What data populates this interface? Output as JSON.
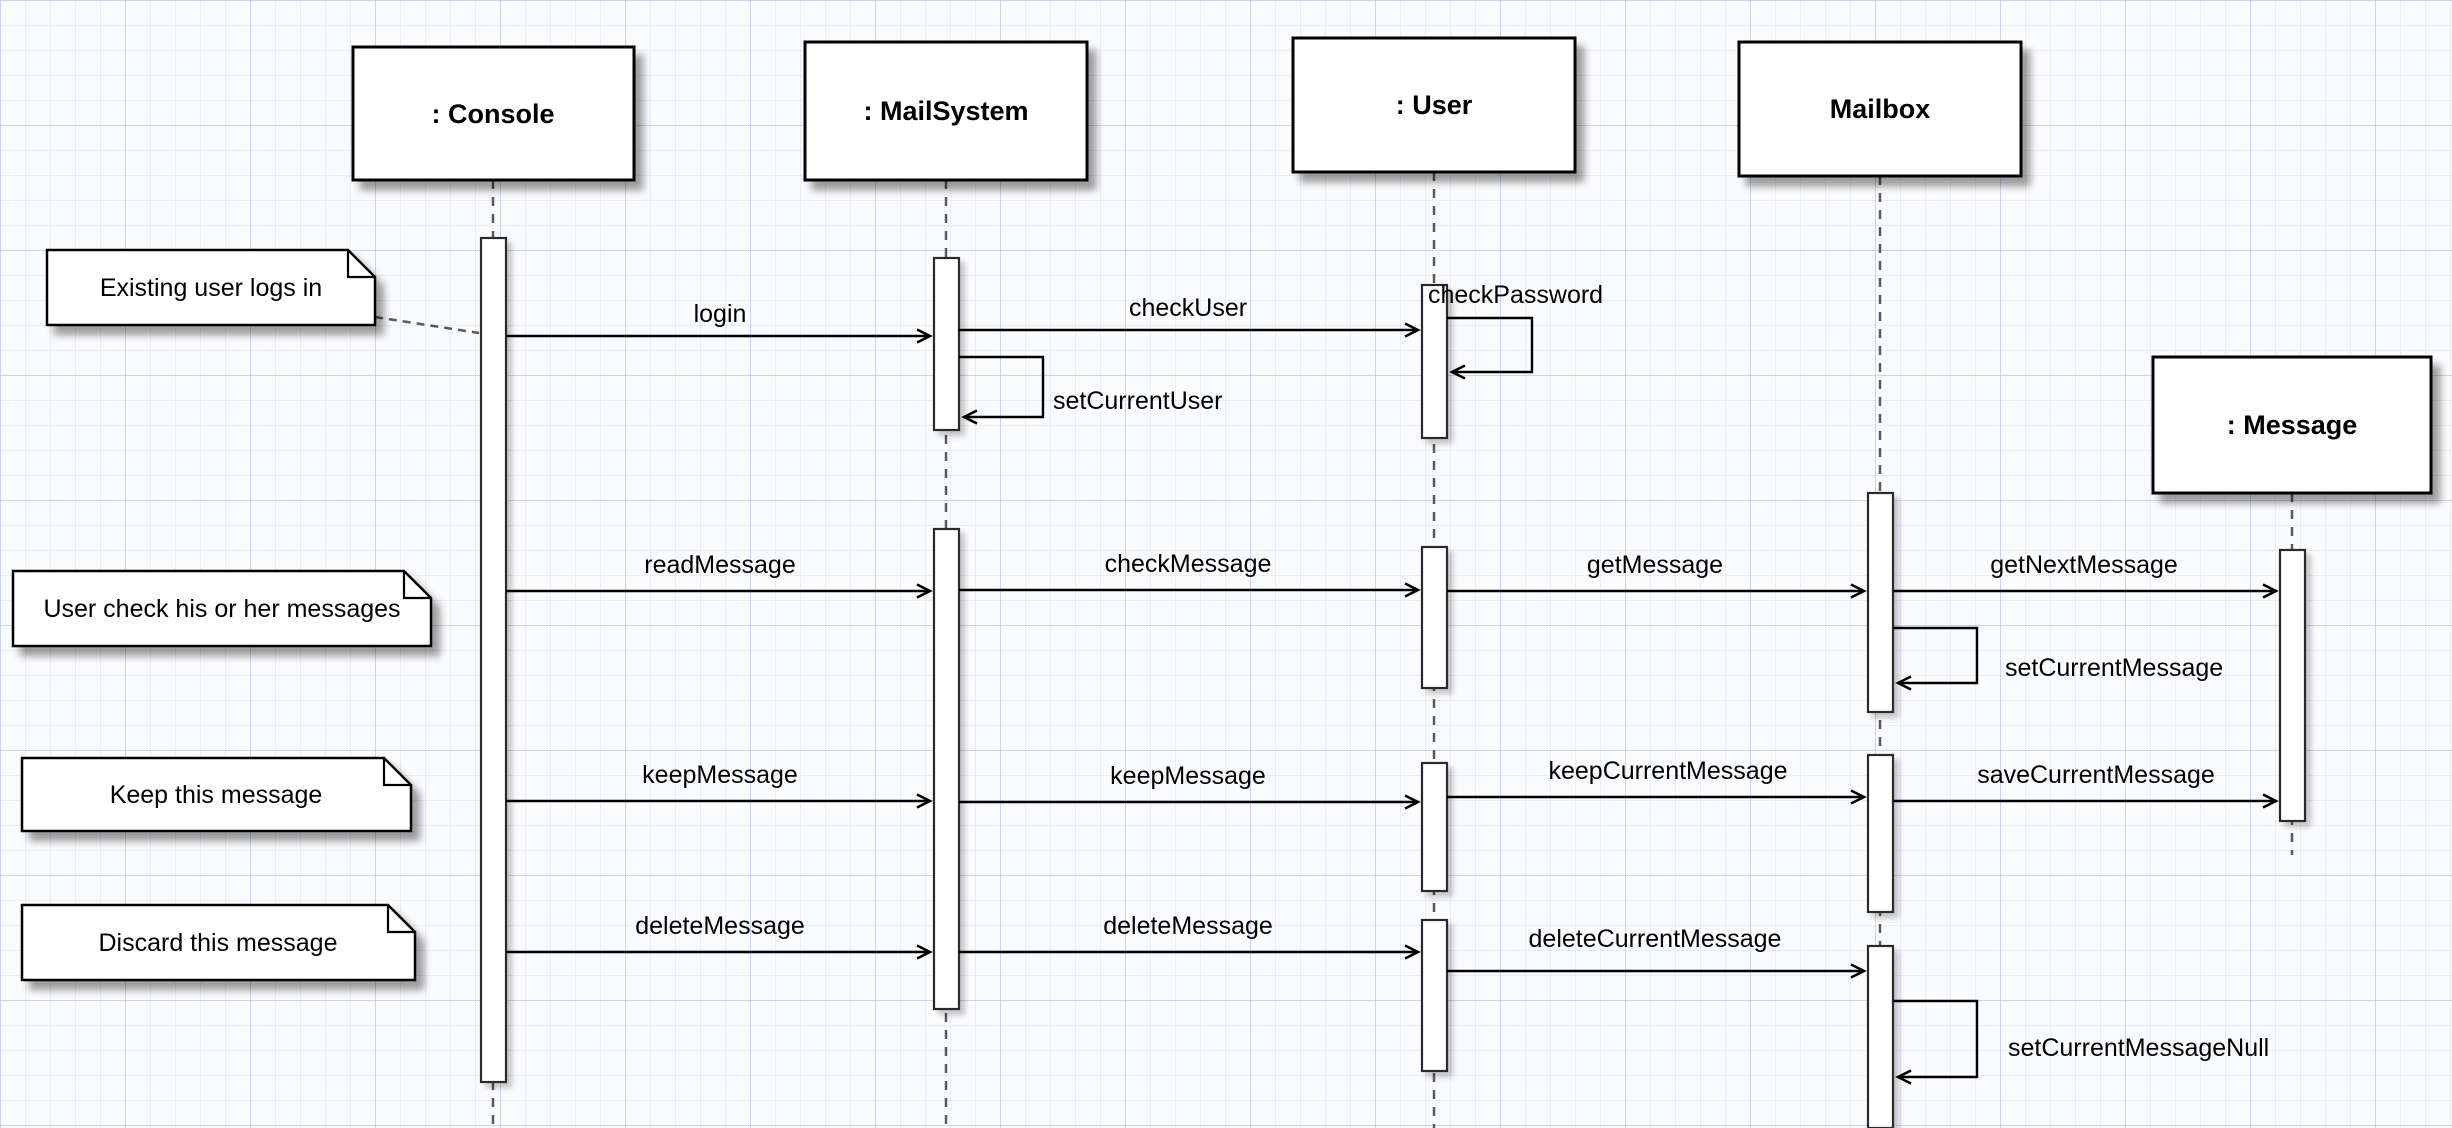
{
  "lifelines": {
    "console": {
      "label": ": Console"
    },
    "mailsystem": {
      "label": ": MailSystem"
    },
    "user": {
      "label": ": User"
    },
    "mailbox": {
      "label": "Mailbox"
    },
    "message": {
      "label": ": Message"
    }
  },
  "notes": {
    "login": {
      "text": "Existing user logs in"
    },
    "read": {
      "text": "User check his or her messages"
    },
    "keep": {
      "text": "Keep this message"
    },
    "discard": {
      "text": "Discard this message"
    }
  },
  "messages": {
    "login": {
      "label": "login"
    },
    "check_user": {
      "label": "checkUser"
    },
    "check_password": {
      "label": "checkPassword"
    },
    "set_current_user": {
      "label": "setCurrentUser"
    },
    "read_message": {
      "label": "readMessage"
    },
    "check_message": {
      "label": "checkMessage"
    },
    "get_message": {
      "label": "getMessage"
    },
    "get_next_message": {
      "label": "getNextMessage"
    },
    "set_current_message": {
      "label": "setCurrentMessage"
    },
    "keep_message_1": {
      "label": "keepMessage"
    },
    "keep_message_2": {
      "label": "keepMessage"
    },
    "keep_current_message": {
      "label": "keepCurrentMessage"
    },
    "save_current_message": {
      "label": "saveCurrentMessage"
    },
    "delete_message_1": {
      "label": "deleteMessage"
    },
    "delete_message_2": {
      "label": "deleteMessage"
    },
    "delete_current_message": {
      "label": "deleteCurrentMessage"
    },
    "set_current_message_null": {
      "label": "setCurrentMessageNull"
    }
  },
  "colors": {
    "background": "#fbfcfe",
    "grid_minor": "#cdd4ee",
    "grid_major": "#afbade",
    "stroke": "#000000",
    "lifeline_dash": "#5a5a5a",
    "shape_fill": "#ffffff"
  }
}
